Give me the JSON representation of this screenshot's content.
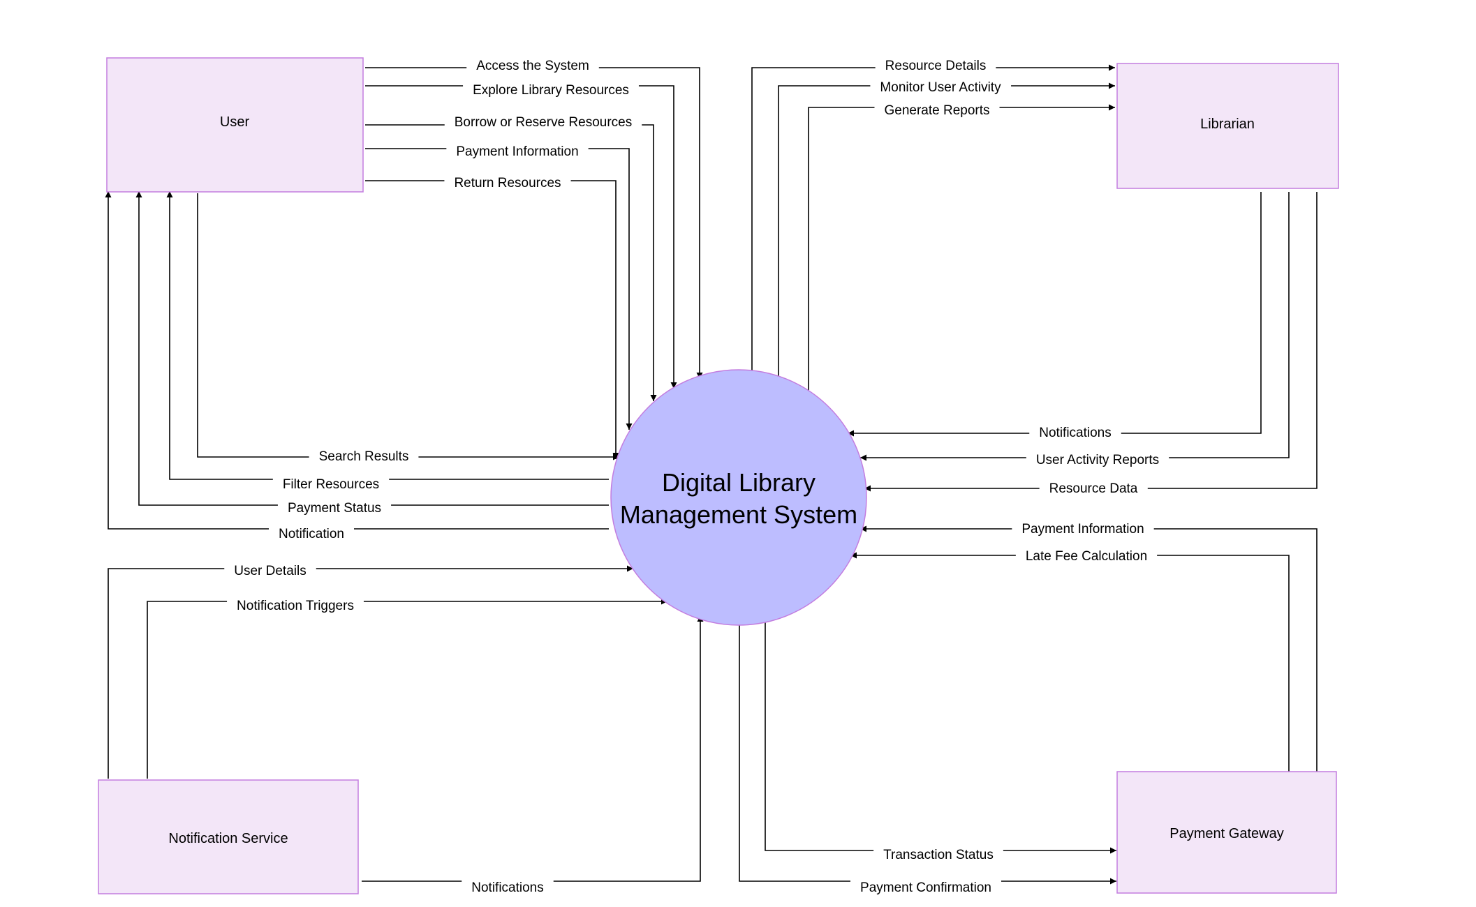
{
  "colors": {
    "entity_fill": "#f3e6f8",
    "entity_stroke": "#c37ddf",
    "process_fill": "#bdbdff",
    "line": "#000000"
  },
  "process": {
    "line1": "Digital Library",
    "line2": "Management System"
  },
  "entities": {
    "user": "User",
    "librarian": "Librarian",
    "notification_service": "Notification Service",
    "payment_gateway": "Payment Gateway"
  },
  "flows": {
    "access_the_system": "Access the System",
    "explore_library_resources": "Explore Library Resources",
    "borrow_or_reserve_resources": "Borrow or Reserve Resources",
    "payment_information_user": "Payment Information",
    "return_resources": "Return Resources",
    "search_results": "Search Results",
    "filter_resources": "Filter Resources",
    "payment_status": "Payment Status",
    "notification_user": "Notification",
    "user_details": "User Details",
    "notification_triggers": "Notification Triggers",
    "notifications_service": "Notifications",
    "resource_details": "Resource Details",
    "monitor_user_activity": "Monitor User Activity",
    "generate_reports": "Generate Reports",
    "notifications_librarian": "Notifications",
    "user_activity_reports": "User Activity Reports",
    "resource_data": "Resource Data",
    "payment_information_gateway": "Payment Information",
    "late_fee_calculation": "Late Fee Calculation",
    "transaction_status": "Transaction Status",
    "payment_confirmation": "Payment Confirmation"
  }
}
